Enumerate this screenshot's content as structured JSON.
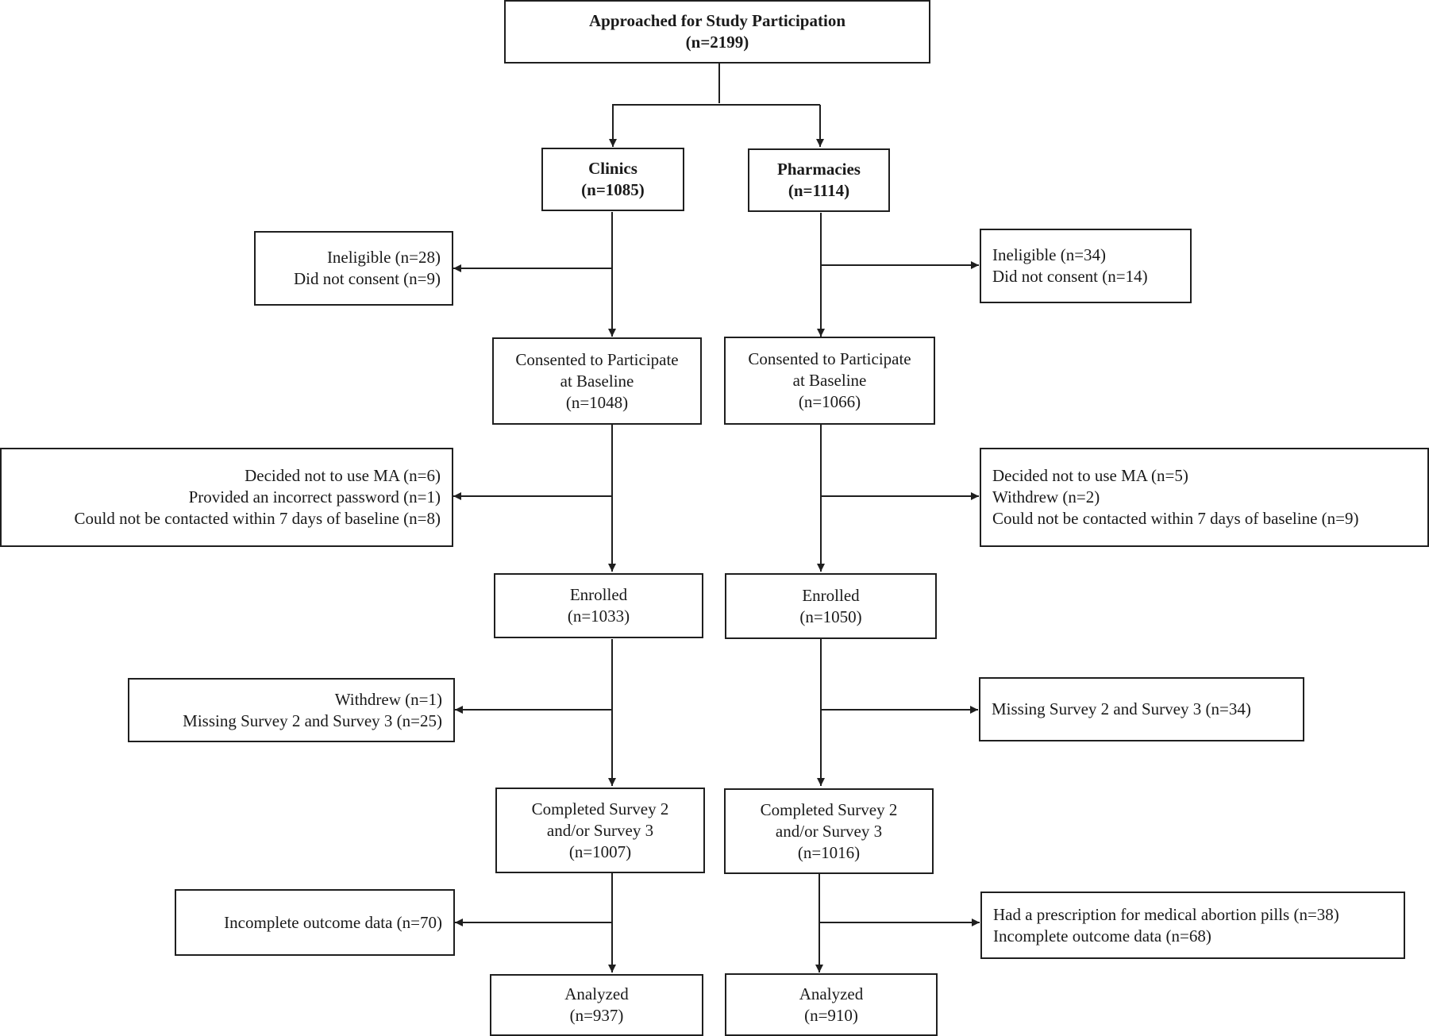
{
  "top": {
    "lines": [
      "Approached for Study Participation",
      "(n=2199)"
    ]
  },
  "clinics": {
    "branch": {
      "lines": [
        "Clinics",
        "(n=1085)"
      ]
    },
    "exclusion_1": {
      "lines": [
        "Ineligible  (n=28)",
        "Did not consent  (n=9)"
      ]
    },
    "consented": {
      "lines": [
        "Consented to Participate",
        "at Baseline",
        "(n=1048)"
      ]
    },
    "exclusion_2": {
      "lines": [
        "Decided not to use MA (n=6)",
        "Provided an incorrect password (n=1)",
        "Could not be contacted within  7 days of baseline (n=8)"
      ]
    },
    "enrolled": {
      "lines": [
        "Enrolled",
        "(n=1033)"
      ]
    },
    "exclusion_3": {
      "lines": [
        "Withdrew (n=1)",
        "Missing Survey 2 and Survey 3 (n=25)"
      ]
    },
    "completed": {
      "lines": [
        "Completed Survey 2",
        "and/or Survey 3",
        "(n=1007)"
      ]
    },
    "exclusion_4": {
      "lines": [
        "Incomplete  outcome data (n=70)"
      ]
    },
    "analyzed": {
      "lines": [
        "Analyzed",
        "(n=937)"
      ]
    }
  },
  "pharmacies": {
    "branch": {
      "lines": [
        "Pharmacies",
        "(n=1114)"
      ]
    },
    "exclusion_1": {
      "lines": [
        "Ineligible  (n=34)",
        "Did not consent  (n=14)"
      ]
    },
    "consented": {
      "lines": [
        "Consented to Participate",
        "at Baseline",
        "(n=1066)"
      ]
    },
    "exclusion_2": {
      "lines": [
        "Decided not to use MA (n=5)",
        "Withdrew  (n=2)",
        "Could not be contacted within  7 days of baseline (n=9)"
      ]
    },
    "enrolled": {
      "lines": [
        "Enrolled",
        "(n=1050)"
      ]
    },
    "exclusion_3": {
      "lines": [
        "Missing Survey 2 and Survey 3 (n=34)"
      ]
    },
    "completed": {
      "lines": [
        "Completed Survey 2",
        "and/or Survey 3",
        "(n=1016)"
      ]
    },
    "exclusion_4": {
      "lines": [
        "Had a prescription for medical abortion pills (n=38)",
        "Incomplete outcome data (n=68)"
      ]
    },
    "analyzed": {
      "lines": [
        "Analyzed",
        "(n=910)"
      ]
    }
  }
}
